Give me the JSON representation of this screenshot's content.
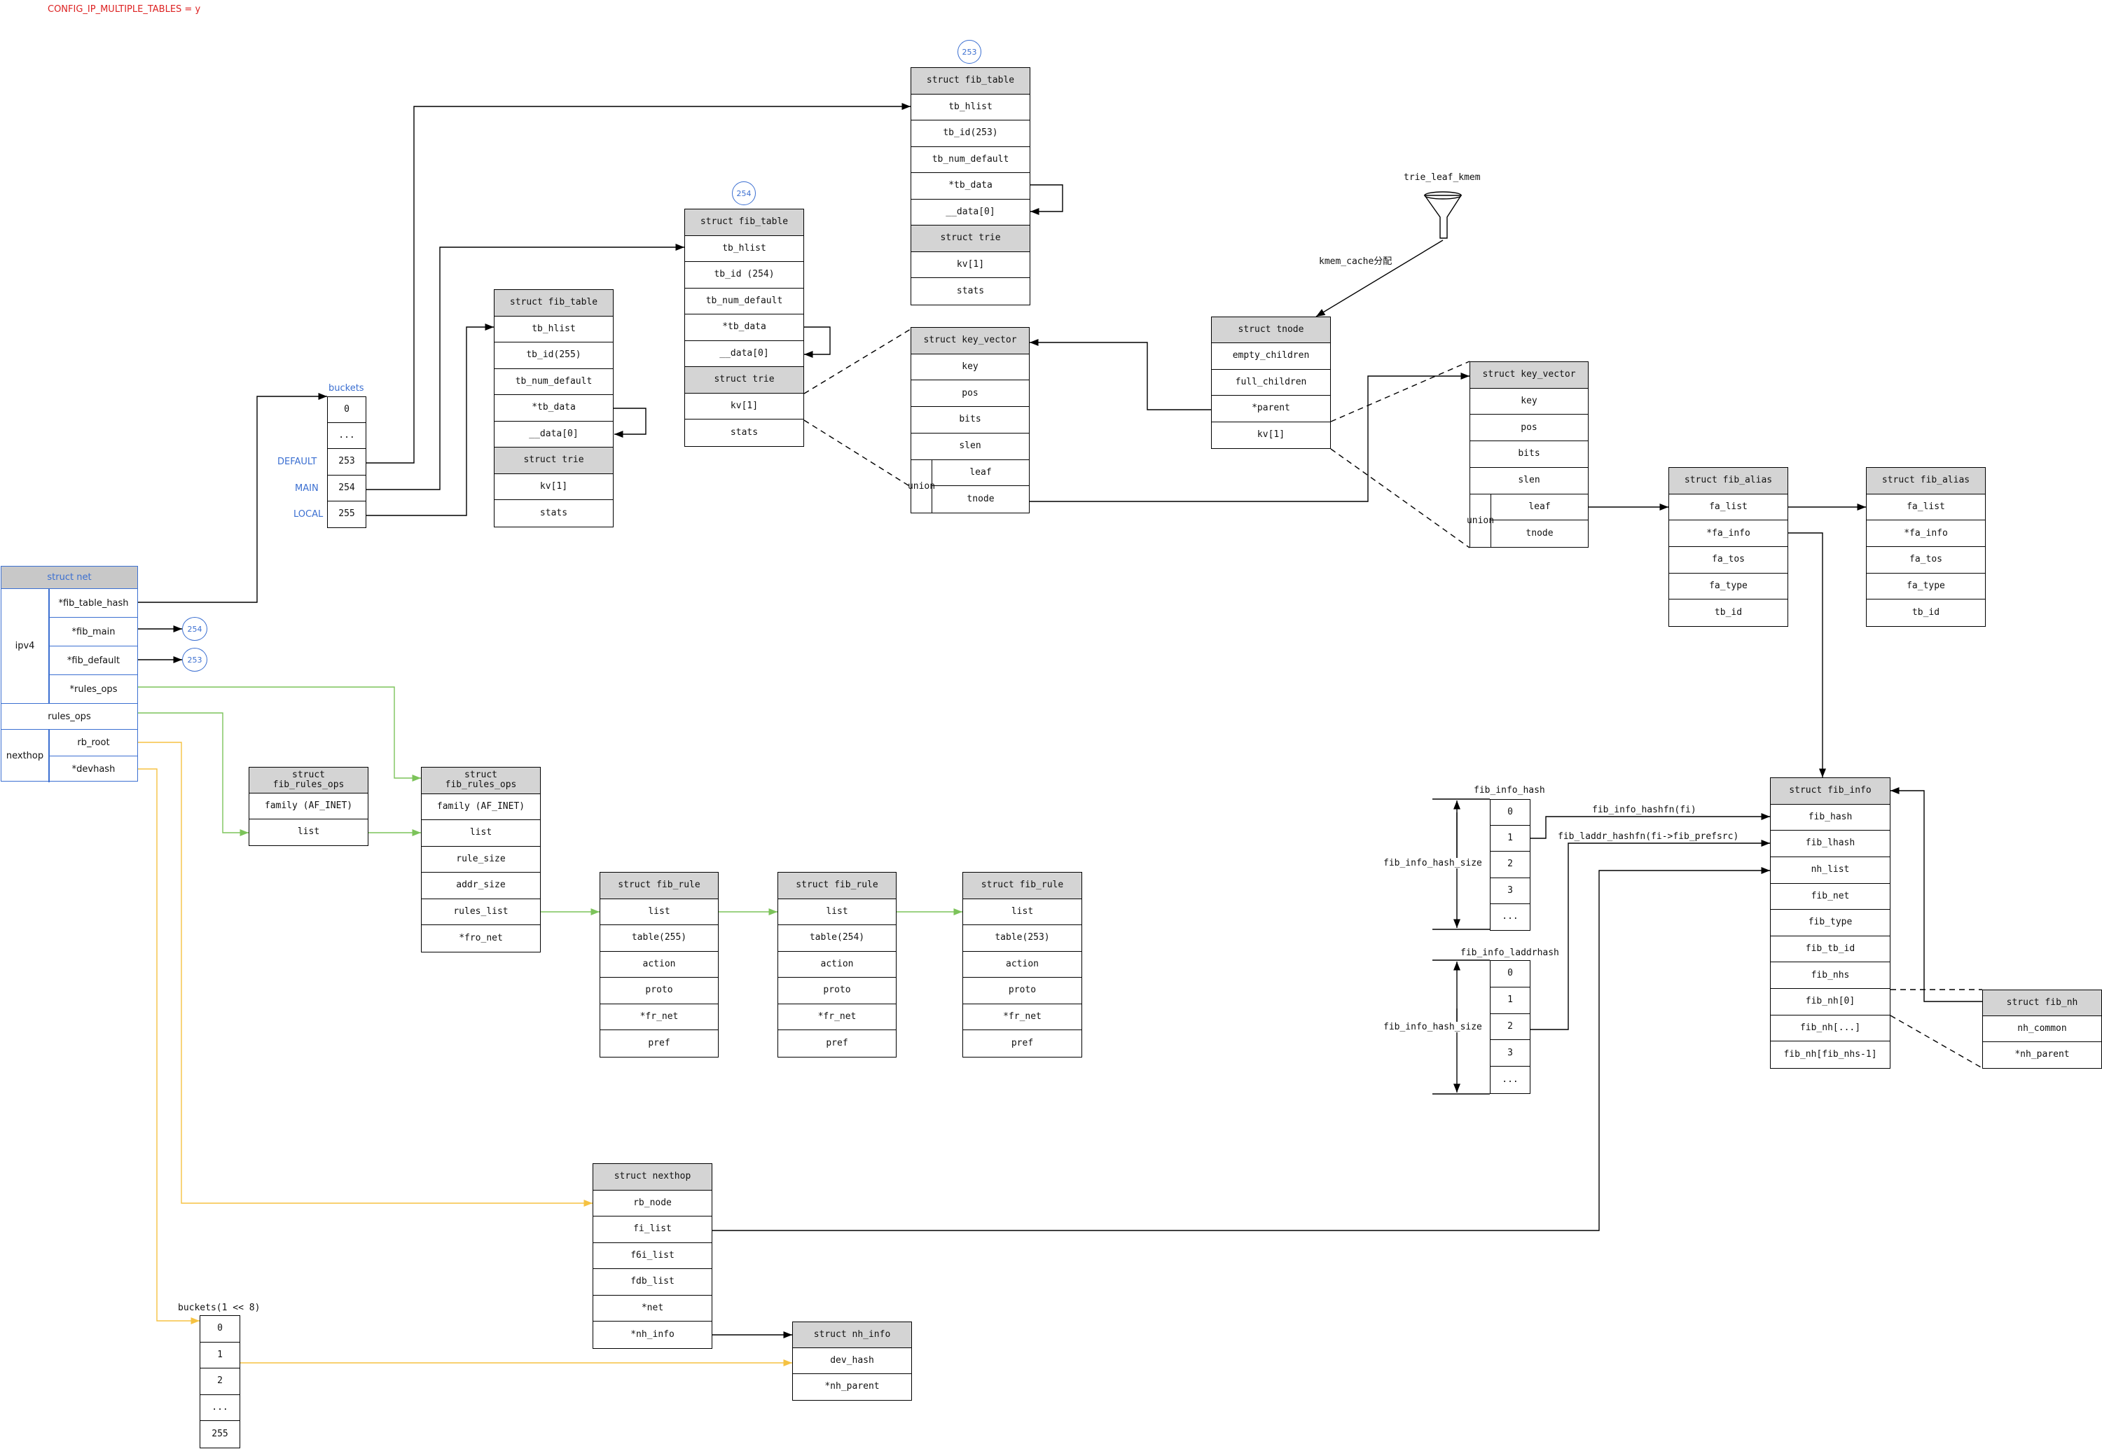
{
  "config_label": "CONFIG_IP_MULTIPLE_TABLES = y",
  "colors": {
    "accent_blue": "#3b6fd1",
    "header_gray": "#d4d4d4",
    "green": "#7cc35a",
    "yellow": "#f5c242",
    "red": "#d22"
  },
  "net": {
    "title": "struct net",
    "ipv4_label": "ipv4",
    "fields": {
      "fib_table_hash": "*fib_table_hash",
      "fib_main": "*fib_main",
      "fib_default": "*fib_default",
      "ipv4_rules_ops": "*rules_ops",
      "rules_ops": "rules_ops",
      "rb_root": "rb_root",
      "devhash": "*devhash"
    },
    "nexthop_label": "nexthop",
    "fib_main_target": "254",
    "fib_default_target": "253"
  },
  "buckets": {
    "title": "buckets",
    "cells": [
      "0",
      "...",
      "253",
      "254",
      "255"
    ],
    "labels": {
      "default": "DEFAULT",
      "main": "MAIN",
      "local": "LOCAL"
    }
  },
  "table255": {
    "title": "struct fib_table",
    "fields": [
      "tb_hlist",
      "tb_id(255)",
      "tb_num_default",
      "*tb_data",
      "__data[0]"
    ],
    "trie_title": "struct trie",
    "trie_fields": [
      "kv[1]",
      "stats"
    ]
  },
  "table254": {
    "badge": "254",
    "title": "struct fib_table",
    "fields": [
      "tb_hlist",
      "tb_id (254)",
      "tb_num_default",
      "*tb_data",
      "__data[0]"
    ],
    "trie_title": "struct trie",
    "trie_fields": [
      "kv[1]",
      "stats"
    ]
  },
  "table253": {
    "badge": "253",
    "title": "struct fib_table",
    "fields": [
      "tb_hlist",
      "tb_id(253)",
      "tb_num_default",
      "*tb_data",
      "__data[0]"
    ],
    "trie_title": "struct trie",
    "trie_fields": [
      "kv[1]",
      "stats"
    ]
  },
  "kv1": {
    "title": "struct key_vector",
    "fields": [
      "key",
      "pos",
      "bits",
      "slen"
    ],
    "union": "union",
    "union_fields": [
      "leaf",
      "tnode"
    ]
  },
  "tnode": {
    "title": "struct tnode",
    "fields": [
      "empty_children",
      "full_children",
      "*parent",
      "kv[1]"
    ]
  },
  "kv2": {
    "title": "struct key_vector",
    "fields": [
      "key",
      "pos",
      "bits",
      "slen"
    ],
    "union": "union",
    "union_fields": [
      "leaf",
      "tnode"
    ]
  },
  "trie_leaf": {
    "label": "trie_leaf_kmem",
    "alloc_label": "kmem_cache分配"
  },
  "alias1": {
    "title": "struct fib_alias",
    "fields": [
      "fa_list",
      "*fa_info",
      "fa_tos",
      "fa_type",
      "tb_id"
    ]
  },
  "alias2": {
    "title": "struct fib_alias",
    "fields": [
      "fa_list",
      "*fa_info",
      "fa_tos",
      "fa_type",
      "tb_id"
    ]
  },
  "rules_ops1": {
    "title": "struct\nfib_rules_ops",
    "fields": [
      "family (AF_INET)",
      "list"
    ]
  },
  "rules_ops2": {
    "title": "struct\nfib_rules_ops",
    "fields": [
      "family (AF_INET)",
      "list",
      "rule_size",
      "addr_size",
      "rules_list",
      "*fro_net"
    ]
  },
  "rule255": {
    "title": "struct fib_rule",
    "fields": [
      "list",
      "table(255)",
      "action",
      "proto",
      "*fr_net",
      "pref"
    ]
  },
  "rule254": {
    "title": "struct fib_rule",
    "fields": [
      "list",
      "table(254)",
      "action",
      "proto",
      "*fr_net",
      "pref"
    ]
  },
  "rule253": {
    "title": "struct fib_rule",
    "fields": [
      "list",
      "table(253)",
      "action",
      "proto",
      "*fr_net",
      "pref"
    ]
  },
  "fib_info_hash": {
    "title": "fib_info_hash",
    "cells": [
      "0",
      "1",
      "2",
      "3",
      "..."
    ],
    "size_label": "fib_info_hash_size",
    "arrow_label": "fib_info_hashfn(fi)"
  },
  "fib_info_laddrhash": {
    "title": "fib_info_laddrhash",
    "cells": [
      "0",
      "1",
      "2",
      "3",
      "..."
    ],
    "size_label": "fib_info_hash_size",
    "arrow_label": "fib_laddr_hashfn(fi->fib_prefsrc)"
  },
  "fib_info": {
    "title": "struct fib_info",
    "fields": [
      "fib_hash",
      "fib_lhash",
      "nh_list",
      "fib_net",
      "fib_type",
      "fib_tb_id",
      "fib_nhs",
      "fib_nh[0]",
      "fib_nh[...]",
      "fib_nh[fib_nhs-1]"
    ]
  },
  "fib_nh": {
    "title": "struct fib_nh",
    "fields": [
      "nh_common",
      "*nh_parent"
    ]
  },
  "nexthop": {
    "title": "struct nexthop",
    "fields": [
      "rb_node",
      "fi_list",
      "f6i_list",
      "fdb_list",
      "*net",
      "*nh_info"
    ]
  },
  "nh_info": {
    "title": "struct nh_info",
    "fields": [
      "dev_hash",
      "*nh_parent"
    ]
  },
  "devbuckets": {
    "title": "buckets(1 << 8)",
    "cells": [
      "0",
      "1",
      "2",
      "...",
      "255"
    ]
  }
}
